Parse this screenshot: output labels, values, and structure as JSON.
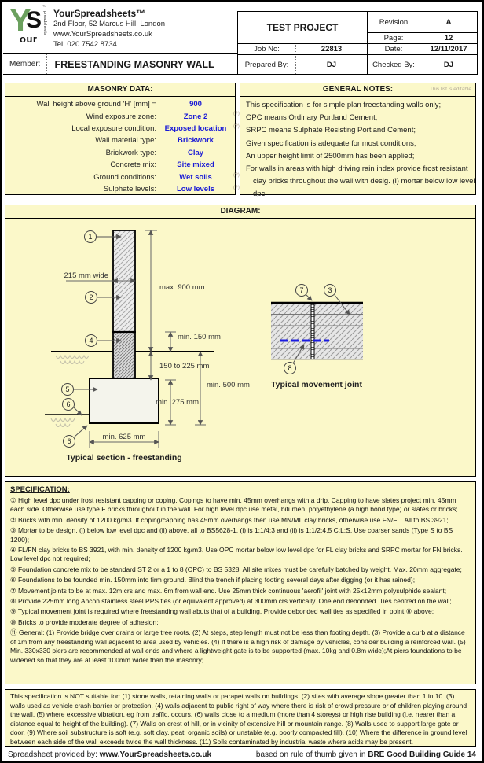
{
  "header": {
    "logo": {
      "part_y": "Y",
      "part_s": "S",
      "part_our": "our",
      "part_vertical": "preadsheets",
      "tm": "™"
    },
    "company_name": "YourSpreadsheets™",
    "company_address": "2nd Floor, 52 Marcus Hill, London",
    "company_website": "www.YourSpreadsheets.co.uk",
    "company_phone": "Tel: 020 7542 8734",
    "project_title": "TEST PROJECT",
    "revision_label": "Revision",
    "revision_value": "A",
    "page_label": "Page:",
    "page_value": "12",
    "job_label": "Job No:",
    "job_value": "22813",
    "date_label": "Date:",
    "date_value": "12/11/2017",
    "prepared_label": "Prepared By:",
    "prepared_value": "DJ",
    "checked_label": "Checked By:",
    "checked_value": "DJ",
    "member_label": "Member:",
    "member_value": "FREESTANDING MASONRY WALL"
  },
  "masonry_data": {
    "title": "MASONRY DATA:",
    "rows": [
      {
        "label": "Wall height above ground 'H' [mm] =",
        "value": "900",
        "help": ""
      },
      {
        "label": "Wind exposure zone:",
        "value": "Zone 2",
        "help": "(?)"
      },
      {
        "label": "Local exposure condition:",
        "value": "Exposed location",
        "help": "(?)"
      },
      {
        "label": "Wall material type:",
        "value": "Brickwork",
        "help": ""
      },
      {
        "label": "Brickwork type:",
        "value": "Clay",
        "help": ""
      },
      {
        "label": "Concrete mix:",
        "value": "Site mixed",
        "help": ""
      },
      {
        "label": "Ground conditions:",
        "value": "Wet soils",
        "help": "(?)"
      },
      {
        "label": "Sulphate levels:",
        "value": "Low levels",
        "help": "(?)"
      }
    ]
  },
  "general_notes": {
    "title": "GENERAL NOTES:",
    "editable_note": "This list is editable",
    "lines": [
      "This specification is for simple plan freestanding walls only;",
      "OPC means Ordinary Portland Cement;",
      "SRPC means Sulphate Resisting Portland Cement;",
      "Given specification is adequate for most conditions;",
      "An upper height limit of 2500mm has been applied;",
      "For walls in areas with high driving rain index provide frost resistant",
      "clay bricks throughout the wall with desig. (i) mortar below low level dpc"
    ]
  },
  "diagram": {
    "title": "DIAGRAM:",
    "section_caption": "Typical section - freestanding",
    "joint_caption": "Typical movement joint",
    "dim_width": "215 mm wide",
    "dim_max_height": "max. 900 mm",
    "dim_min150": "min. 150 mm",
    "dim_range": "150 to 225 mm",
    "dim_min500": "min. 500 mm",
    "dim_min275": "min. 275 mm",
    "dim_min625": "min. 625 mm",
    "callout_1": "1",
    "callout_2": "2",
    "callout_3": "3",
    "callout_4": "4",
    "callout_5": "5",
    "callout_6a": "6",
    "callout_6b": "6",
    "callout_7": "7",
    "callout_8": "8"
  },
  "specification": {
    "title": "SPECIFICATION:",
    "items": [
      "① High level dpc under frost resistant capping or coping. Copings to have min. 45mm overhangs with a drip. Capping to have slates project min. 45mm each side. Otherwise use type F bricks throughout in the wall. For high level dpc use metal, bitumen, polyethylene (a high bond type) or slates or bricks;",
      "② Bricks with min. density of 1200 kg/m3. If coping/capping has 45mm overhangs then use MN/ML clay bricks, otherwise use FN/FL. All to BS 3921;",
      "③ Mortar to be design. (i) below low level dpc and (ii) above, all to BS5628-1. (i) is 1:1/4:3 and (ii) is 1:1/2:4.5 C:L:S. Use coarser sands (Type S to BS 1200);",
      "④ FL/FN clay bricks to BS 3921, with min. density of 1200 kg/m3. Use OPC mortar below low level dpc for FL clay bricks and SRPC mortar for FN bricks. Low level dpc not required;",
      "⑤ Foundation concrete mix to be standard ST 2 or a 1 to 8 (OPC) to BS 5328. All site mixes must be carefully batched by weight. Max. 20mm aggregate;",
      "⑥ Foundations to be founded min. 150mm into firm ground. Blind the trench if placing footing several days after digging (or it has rained);",
      "⑦ Movement joints to be at max. 12m crs and max. 6m from wall end. Use 25mm thick continuous 'aerofil' joint with 25x12mm polysulphide sealant;",
      "⑧ Provide 225mm long Ancon stainless steel PPS ties (or equivalent approved) at 300mm crs vertically. One end debonded. Ties centred on the wall;",
      "⑨ Typical movement joint is required where freestanding wall abuts that of a building. Provide debonded wall ties as specified in point ⑧ above;",
      "⑩ Bricks to provide moderate degree of adhesion;",
      "⑪ General: (1) Provide bridge over drains or large tree roots. (2) At steps, step length must not be less than footing depth. (3) Provide a curb at a distance of 1m from any freestanding wall adjacent to area used by vehicles. (4) If there is a high risk of damage by vehicles, consider building a reinforced wall. (5) Min. 330x330 piers are recommended at wall ends and where a lightweight gate is to be supported (max. 10kg and 0.8m wide);At piers foundations to be widened so that they are at least 100mm wider than the masonry;"
    ],
    "not_suitable": "This specification is NOT suitable for: (1) stone walls, retaining walls or parapet walls on buildings. (2) sites with average slope greater than 1 in 10. (3) walls used as vehicle crash barrier or protection. (4) walls adjacent to public right of way where there is risk of crowd pressure or of children playing around the wall. (5) where excessive vibration, eg from traffic, occurs. (6) walls close to a medium (more than 4 storeys) or high rise building (i.e. nearer than a distance equal to height of the building). (7) Walls on crest of hill, or in vicinity of extensive hill or mountain range. (8) Walls used to support large gate or door. (9) Where soil substructure is soft (e.g. soft clay, peat, organic soils) or unstable (e.g. poorly compacted fill). (10) Where the difference in ground level between each side of the wall exceeds twice the wall thickness. (11) Soils contaminated by industrial waste where acids may be present."
  },
  "footer": {
    "left_prefix": "Spreadsheet provided by: ",
    "left_bold": "www.YourSpreadsheets.co.uk",
    "right_prefix": "based on rule of thumb given in ",
    "right_bold": "BRE Good Building Guide 14"
  },
  "colors": {
    "panel_yellow": "#fbf8c9",
    "value_blue": "#1a1ad6",
    "logo_green": "#6ba05e",
    "tie_blue": "#1b1be0"
  }
}
